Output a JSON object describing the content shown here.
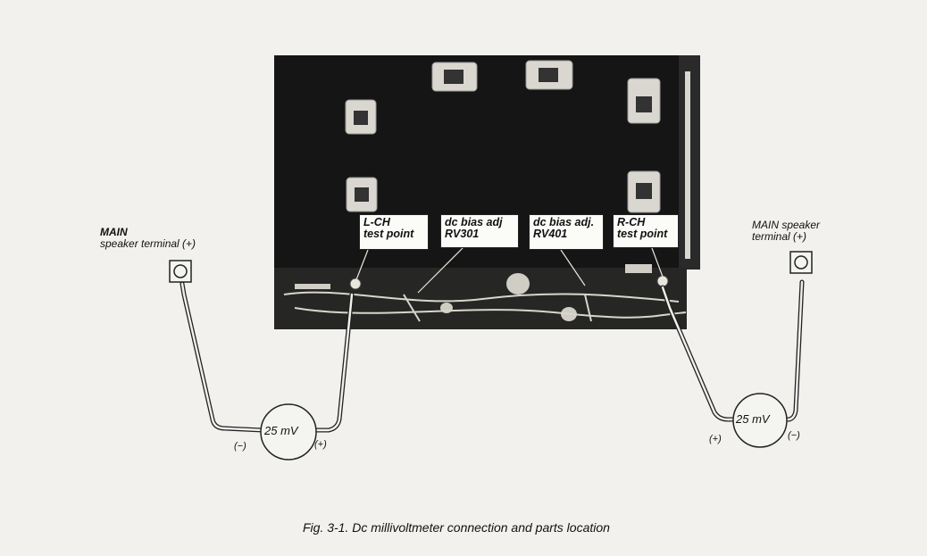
{
  "left_terminal": {
    "line1": "MAIN",
    "line2": "speaker terminal (+)"
  },
  "right_terminal": {
    "line1": "MAIN speaker",
    "line2": "terminal (+)"
  },
  "tags": {
    "lch": {
      "line1": "L-CH",
      "line2": "test point"
    },
    "rv301": {
      "line1": "dc bias adj",
      "line2": "RV301"
    },
    "rv401": {
      "line1": "dc bias adj.",
      "line2": "RV401"
    },
    "rch": {
      "line1": "R-CH",
      "line2": "test point"
    }
  },
  "meters": {
    "left": {
      "reading": "25 mV",
      "minus": "(−)",
      "plus": "(+)"
    },
    "right": {
      "reading": "25 mV",
      "minus": "(−)",
      "plus": "(+)"
    }
  },
  "caption": "Fig. 3-1.  Dc millivoltmeter connection and parts location",
  "colors": {
    "board": "#161616",
    "paper": "#f2f1ee",
    "wire": "#222222"
  }
}
